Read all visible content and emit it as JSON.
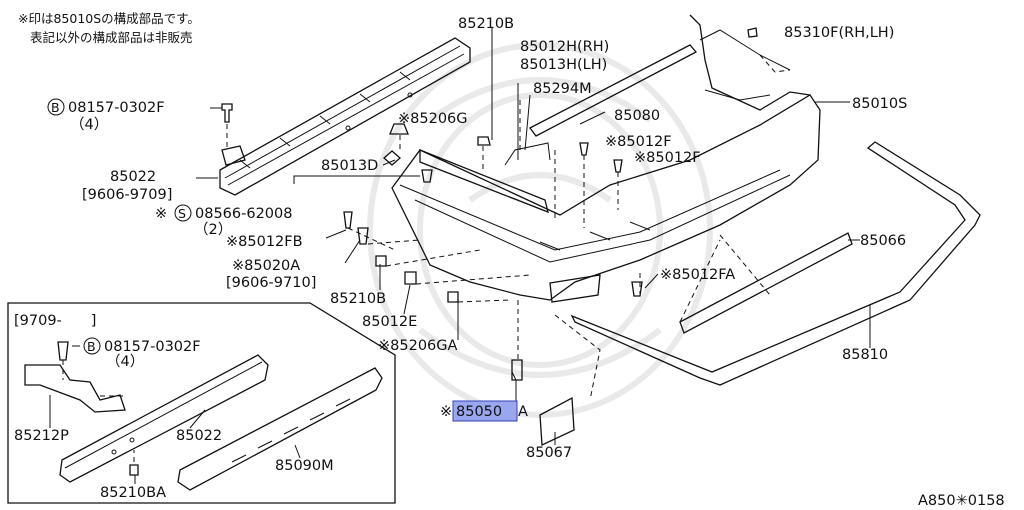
{
  "notes": {
    "line1": "※印は85010Sの構成部品です。",
    "line2": "表記以外の構成部品は非販売"
  },
  "labels": {
    "p85210B_top": "85210B",
    "p85012H": "85012H(RH)",
    "p85013H": "85013H(LH)",
    "p85294M": "85294M",
    "p85080": "85080",
    "p85310F": "85310F(RH,LH)",
    "p85010S": "85010S",
    "bolt_top_code": "08157-0302F",
    "bolt_top_qty": "（4）",
    "p85206G": "※85206G",
    "p85012F_a": "※85012F",
    "p85012F_b": "※85012F",
    "p85022_top": "85022",
    "p85022_top_years": "[9606-9709]",
    "p85013D": "85013D",
    "screw_code": "08566-62008",
    "screw_qty": "（2）",
    "p85012FB": "※85012FB",
    "p85020A": "※85020A",
    "p85020A_years": "[9606-9710]",
    "p85066": "85066",
    "p85210B_mid": "85210B",
    "p85012FA": "※85012FA",
    "p85012E": "85012E",
    "p85206GA": "※85206GA",
    "p85810": "85810",
    "inset_years": "[9709-　　]",
    "inset_bolt_code": "08157-0302F",
    "inset_bolt_qty": "（4）",
    "p85212P": "85212P",
    "p85022_inset": "85022",
    "p85090M": "85090M",
    "p85210BA": "85210BA",
    "p85050A_star": "※",
    "p85050A": "85050",
    "p85050A_suffix": "A",
    "p85067": "85067",
    "diagram_code": "A850✳0158",
    "circle_b": "B",
    "circle_s": "S",
    "star_mark": "※"
  }
}
